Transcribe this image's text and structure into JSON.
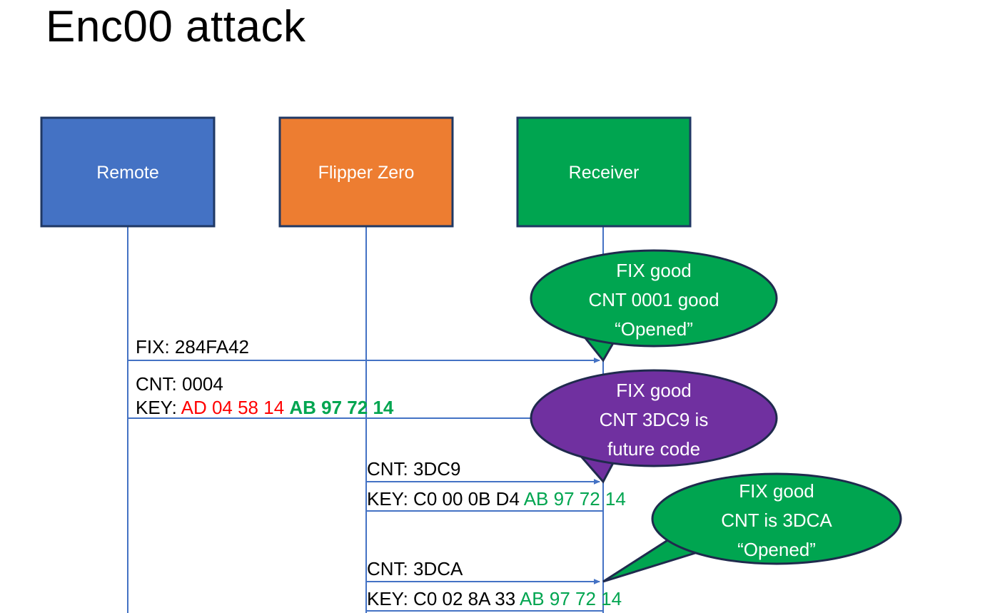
{
  "title": "Enc00 attack",
  "colors": {
    "remote_fill": "#4472C4",
    "flipper_fill": "#ED7D31",
    "receiver_fill": "#00A550",
    "box_stroke": "#1F3864",
    "lifeline": "#4472C4",
    "callout_green": "#00A550",
    "callout_purple": "#7030A0",
    "callout_stroke": "#1F2A4D",
    "text_black": "#000000",
    "text_red": "#FF0000",
    "text_green": "#00A550",
    "text_white": "#FFFFFF"
  },
  "actors": [
    {
      "id": "remote",
      "label": "Remote"
    },
    {
      "id": "flipper",
      "label": "Flipper Zero"
    },
    {
      "id": "receiver",
      "label": "Receiver"
    }
  ],
  "messages": [
    {
      "id": "msg-1",
      "from": "remote",
      "to": "receiver",
      "lines": [
        {
          "segments": [
            {
              "text": "FIX: 284FA42",
              "color": "black",
              "bold": false
            }
          ]
        }
      ]
    },
    {
      "id": "msg-2",
      "from": "remote",
      "to": "receiver",
      "lines": [
        {
          "segments": [
            {
              "text": "CNT: 0004",
              "color": "black",
              "bold": false
            }
          ]
        },
        {
          "segments": [
            {
              "text": "KEY: ",
              "color": "black",
              "bold": false
            },
            {
              "text": "AD 04 58 14 ",
              "color": "red",
              "bold": false
            },
            {
              "text": "AB 97 72 14",
              "color": "green",
              "bold": true
            }
          ]
        }
      ]
    },
    {
      "id": "msg-3",
      "from": "flipper",
      "to": "receiver",
      "lines": [
        {
          "segments": [
            {
              "text": "CNT: 3DC9",
              "color": "black",
              "bold": false
            }
          ]
        },
        {
          "segments": [
            {
              "text": "KEY: C0 00 0B D4 ",
              "color": "black",
              "bold": false
            },
            {
              "text": "AB 97 72 14",
              "color": "green",
              "bold": false
            }
          ]
        }
      ]
    },
    {
      "id": "msg-4",
      "from": "flipper",
      "to": "receiver",
      "lines": [
        {
          "segments": [
            {
              "text": "CNT: 3DCA",
              "color": "black",
              "bold": false
            }
          ]
        },
        {
          "segments": [
            {
              "text": "KEY: C0 02 8A 33 ",
              "color": "black",
              "bold": false
            },
            {
              "text": "AB 97 72 14",
              "color": "green",
              "bold": false
            }
          ]
        }
      ]
    }
  ],
  "callouts": [
    {
      "id": "callout-1",
      "color": "green",
      "lines": [
        "FIX good",
        "CNT 0001 good",
        "“Opened”"
      ]
    },
    {
      "id": "callout-2",
      "color": "purple",
      "lines": [
        "FIX good",
        "CNT 3DC9 is",
        "future code"
      ]
    },
    {
      "id": "callout-3",
      "color": "green",
      "lines": [
        "FIX good",
        "CNT is 3DCA",
        "“Opened”"
      ]
    }
  ]
}
